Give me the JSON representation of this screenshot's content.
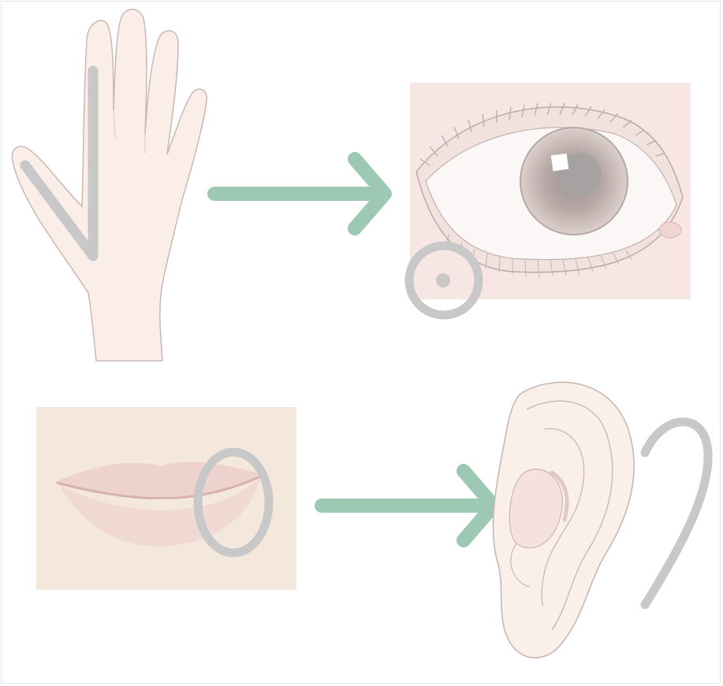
{
  "diagram": {
    "panels": [
      {
        "id": "hand",
        "icon": "hand-icon",
        "marker": "finger-line-marker"
      },
      {
        "id": "eye",
        "icon": "eye-icon",
        "marker": "tear-duct-circle-marker"
      },
      {
        "id": "lips",
        "icon": "lips-icon",
        "marker": "mouth-corner-circle-marker"
      },
      {
        "id": "ear",
        "icon": "ear-icon",
        "marker": "ear-outline-arc-marker"
      }
    ],
    "arrows": [
      {
        "from": "hand",
        "to": "eye",
        "icon": "arrow-right-icon"
      },
      {
        "from": "lips",
        "to": "ear",
        "icon": "arrow-right-icon"
      }
    ]
  },
  "colors": {
    "background": "#ffffff",
    "skin": "#fbeee9",
    "outline": "#c9b8b2",
    "marker": "#c8c8c8",
    "arrow": "#9cc8b4"
  }
}
